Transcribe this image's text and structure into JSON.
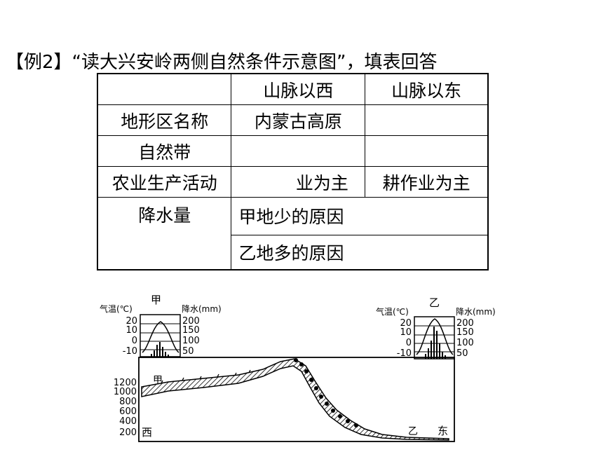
{
  "title": "【例2】“读大兴安岭两侧自然条件示意图”，填表回答",
  "table": {
    "headers": [
      "",
      "山脉以西",
      "山脉以东"
    ],
    "rows": [
      [
        "地形区名称",
        "内蒙古高原",
        ""
      ],
      [
        "自然带",
        "",
        ""
      ],
      [
        "农业生产活动",
        "业为主",
        "耕作业为主"
      ]
    ],
    "precip_label": "降水量",
    "precip_west": "甲地少的原因",
    "precip_east": "乙地多的原因"
  },
  "figure": {
    "left_climate": {
      "marker": "甲",
      "temp_label": "气温(℃)",
      "rain_label": "降水(mm)",
      "temp_ticks": [
        "20",
        "10",
        "0",
        "-10"
      ],
      "rain_ticks": [
        "200",
        "150",
        "100",
        "50"
      ]
    },
    "right_climate": {
      "marker": "乙",
      "temp_label": "气温(℃)",
      "rain_label": "降水(mm)",
      "temp_ticks": [
        "20",
        "10",
        "0",
        "-10"
      ],
      "rain_ticks": [
        "200",
        "150",
        "100",
        "50"
      ]
    },
    "elevation_ticks": [
      "1200",
      "1000",
      "800",
      "600",
      "400",
      "200"
    ],
    "point_jia": "甲",
    "point_yi": "乙",
    "west": "西",
    "east": "东"
  }
}
